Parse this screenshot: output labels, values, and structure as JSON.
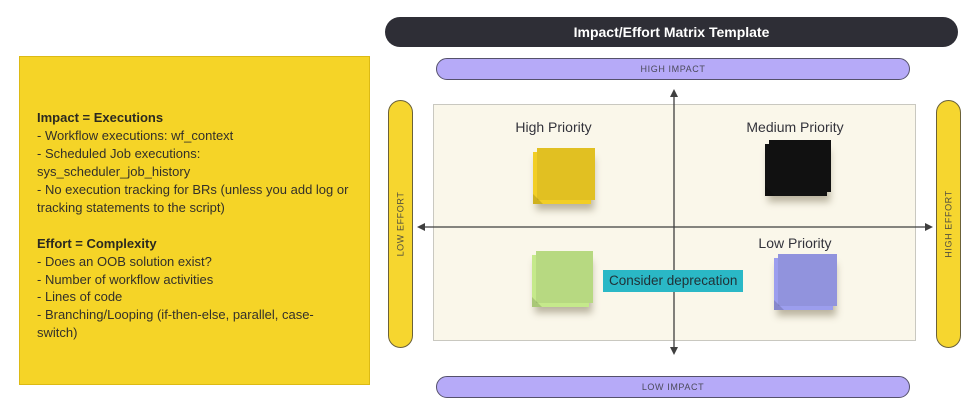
{
  "title": "Impact/Effort Matrix Template",
  "matrix": {
    "top_label": "HIGH IMPACT",
    "bottom_label": "LOW IMPACT",
    "left_label": "LOW EFFORT",
    "right_label": "HIGH EFFORT",
    "quadrants": {
      "top_left": "High Priority",
      "top_right": "Medium Priority",
      "bottom_right": "Low Priority"
    },
    "annotation": "Consider deprecation",
    "stickies": [
      {
        "name": "sticky-note-yellow",
        "quadrant": "high-priority",
        "color": "#F2CE25"
      },
      {
        "name": "sticky-note-black",
        "quadrant": "medium-priority",
        "color": "#121212"
      },
      {
        "name": "sticky-note-green",
        "quadrant": "bottom-left",
        "color": "#C5E98B"
      },
      {
        "name": "sticky-note-purple",
        "quadrant": "low-priority",
        "color": "#9C9EEE"
      }
    ]
  },
  "note": {
    "impact_heading": "Impact = Executions",
    "impact_bullets": [
      "- Workflow executions: wf_context",
      "- Scheduled Job executions: sys_scheduler_job_history",
      "- No execution tracking for BRs (unless you add log or tracking statements to the script)"
    ],
    "effort_heading": "Effort = Complexity",
    "effort_bullets": [
      "- Does an OOB solution exist?",
      "- Number of workflow activities",
      "- Lines of code",
      "- Branching/Looping (if-then-else, parallel, case-switch)"
    ]
  },
  "colors": {
    "note_gold": "#F5D427",
    "title_bg": "#2E2E36",
    "impact_pill": "#B6AAF8",
    "effort_pill": "#F6D62F",
    "canvas_bg": "#FAF7EA",
    "annotation_highlight": "#2AB8C6"
  }
}
